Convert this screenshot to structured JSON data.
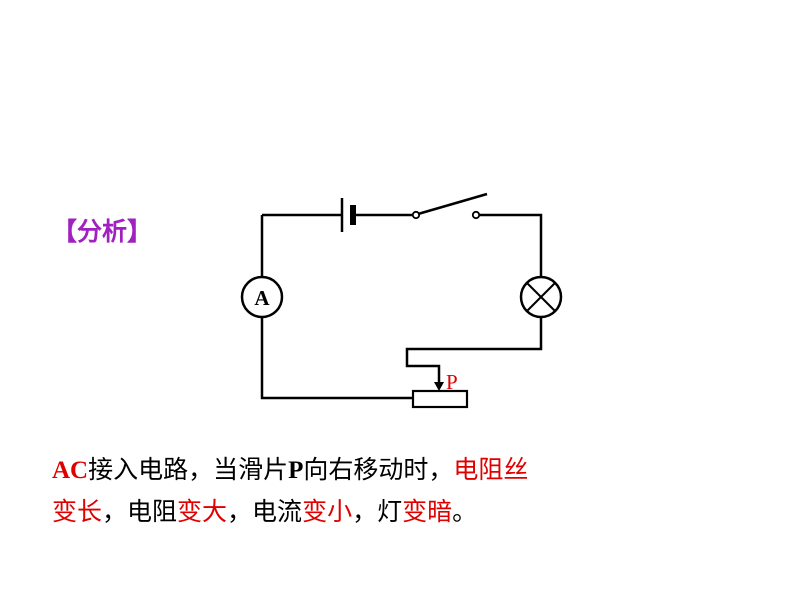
{
  "heading": "【分析】",
  "circuit": {
    "ammeter_label": "A",
    "slider_label": "P",
    "slider_label_color": "#e00000"
  },
  "explanation": {
    "line1": [
      {
        "text": "AC",
        "color": "red",
        "serif": true
      },
      {
        "text": "接入电路，当滑片",
        "color": "black"
      },
      {
        "text": "P",
        "color": "black",
        "serif": true
      },
      {
        "text": "向右移动时，",
        "color": "black"
      },
      {
        "text": "电阻丝",
        "color": "red"
      }
    ],
    "line2": [
      {
        "text": "变长",
        "color": "red"
      },
      {
        "text": "，电阻",
        "color": "black"
      },
      {
        "text": "变大",
        "color": "red"
      },
      {
        "text": "，电流",
        "color": "black"
      },
      {
        "text": "变小",
        "color": "red"
      },
      {
        "text": "，灯",
        "color": "black"
      },
      {
        "text": "变暗",
        "color": "red"
      },
      {
        "text": "。",
        "color": "black"
      }
    ]
  },
  "colors": {
    "heading": "#a020c0",
    "highlight": "#e00000",
    "text": "#000000"
  }
}
